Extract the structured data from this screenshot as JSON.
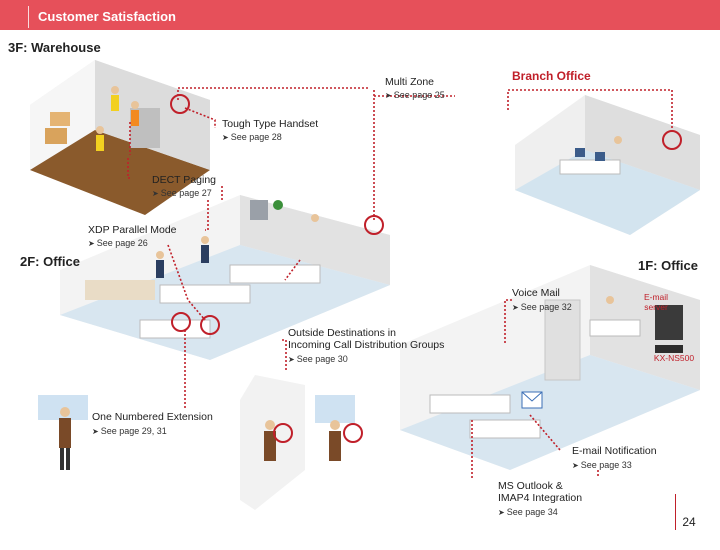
{
  "header": {
    "title": "Customer Satisfaction"
  },
  "floors": {
    "f3": "3F: Warehouse",
    "f2": "2F: Office",
    "f1": "1F: Office",
    "branch": "Branch Office"
  },
  "callouts": [
    {
      "id": "multi-zone",
      "title": "Multi Zone",
      "see": "See page 25"
    },
    {
      "id": "tough-type",
      "title": "Tough Type Handset",
      "see": "See page 28"
    },
    {
      "id": "dect-paging",
      "title": "DECT Paging",
      "see": "See page 27"
    },
    {
      "id": "xdp-parallel",
      "title": "XDP Parallel Mode",
      "see": "See page 26"
    },
    {
      "id": "voice-mail",
      "title": "Voice Mail",
      "see": "See page 32"
    },
    {
      "id": "outside-dest",
      "title": "Outside Destinations in\nIncoming Call Distribution Groups",
      "see": "See page 30"
    },
    {
      "id": "one-numbered",
      "title": "One Numbered Extension",
      "see": "See page 29, 31"
    },
    {
      "id": "email-notif",
      "title": "E-mail Notification",
      "see": "See page 33"
    },
    {
      "id": "ms-outlook",
      "title": "MS Outlook &\nIMAP4 Integration",
      "see": "See page 34"
    }
  ],
  "devices": {
    "email_server": "E-mail\nserver",
    "pbx": "KX-NS500"
  },
  "page_number": "24",
  "colors": {
    "accent": "#e6505a",
    "callout": "#c0202a"
  }
}
